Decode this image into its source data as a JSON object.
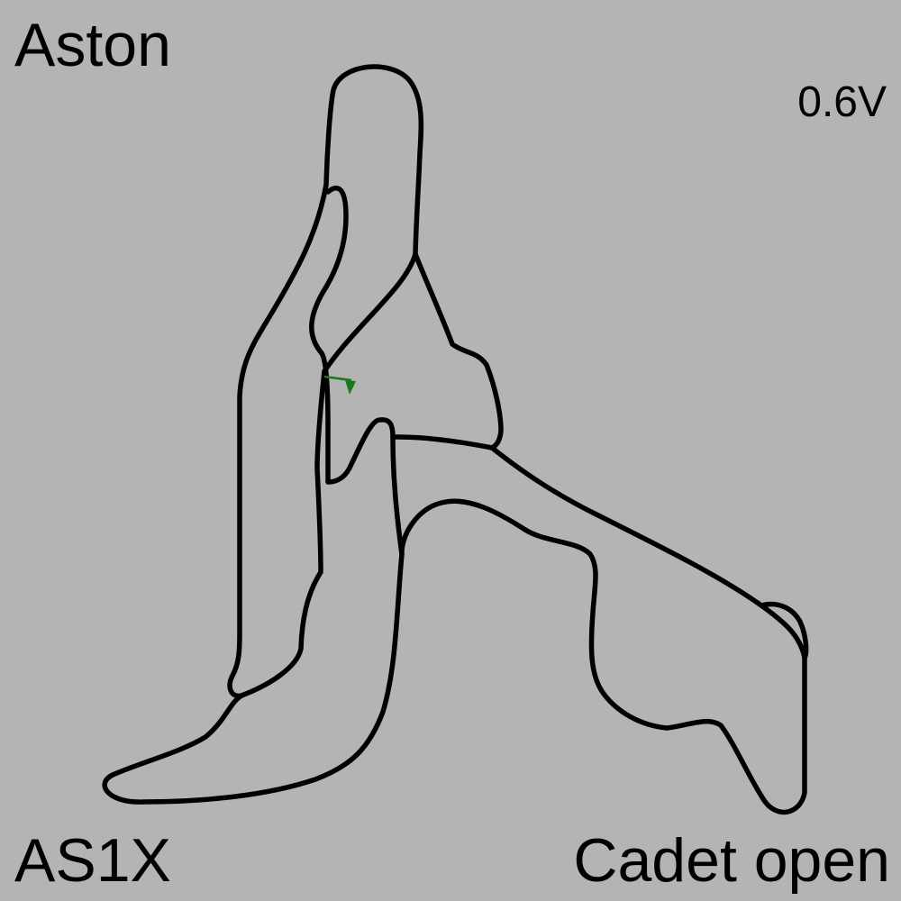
{
  "map": {
    "venue": "Aston",
    "version": "0.6V",
    "track_code": "AS1X",
    "layout_name": "Cadet open"
  },
  "colors": {
    "background": "#b4b4b4",
    "track": "#000000",
    "start_marker": "#1a7a1a"
  }
}
